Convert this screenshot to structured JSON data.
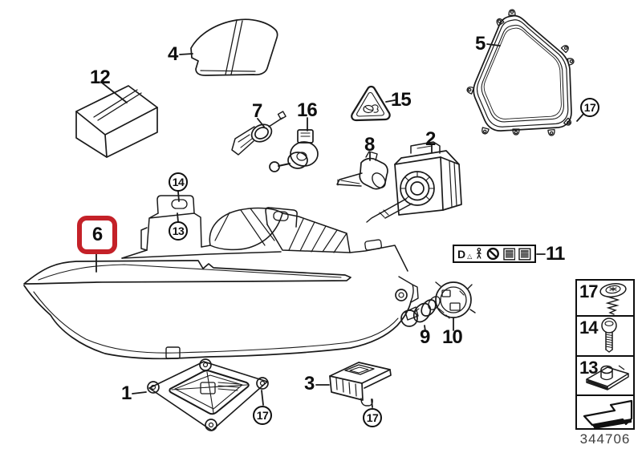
{
  "labels": {
    "p1": "1",
    "p2": "2",
    "p3": "3",
    "p4": "4",
    "p5": "5",
    "p6": "6",
    "p7": "7",
    "p8": "8",
    "p9": "9",
    "p10": "10",
    "p11": "11",
    "p12": "12",
    "p15": "15",
    "p16": "16"
  },
  "callouts": {
    "c13": "13",
    "c14": "14",
    "c17": "17"
  },
  "plate": {
    "d": "D"
  },
  "legend": {
    "rows": [
      {
        "num": "17",
        "icon": "torx-flange-screw-icon"
      },
      {
        "num": "14",
        "icon": "pan-head-screw-icon"
      },
      {
        "num": "13",
        "icon": "sheet-metal-clip-nut-icon"
      },
      {
        "num": "",
        "icon": "direction-arrow-icon"
      }
    ]
  },
  "footer": {
    "doc_number": "344706"
  },
  "colors": {
    "highlight": "#c42128",
    "line": "#1a1a1a",
    "background": "#ffffff"
  }
}
